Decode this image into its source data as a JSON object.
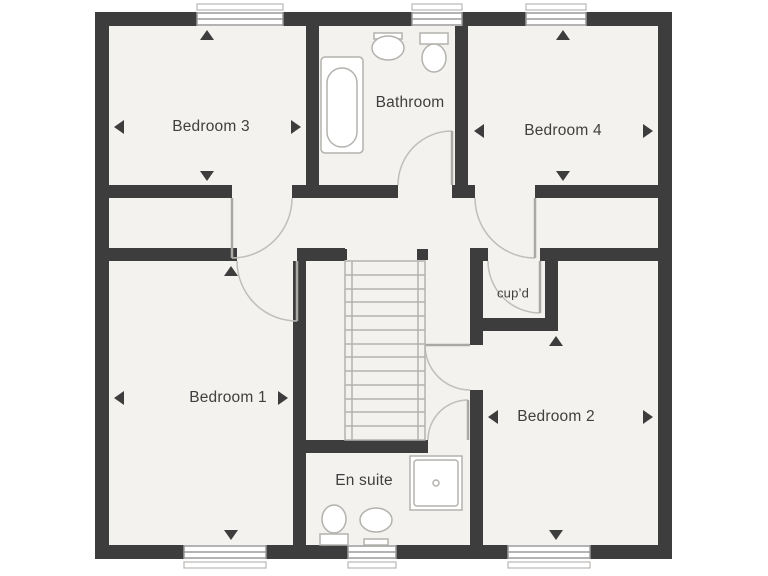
{
  "plan": {
    "type": "floor-plan",
    "rooms": {
      "bedroom3": {
        "label": "Bedroom 3"
      },
      "bathroom": {
        "label": "Bathroom"
      },
      "bedroom4": {
        "label": "Bedroom 4"
      },
      "bedroom1": {
        "label": "Bedroom 1"
      },
      "ensuite": {
        "label": "En suite"
      },
      "bedroom2": {
        "label": "Bedroom 2"
      },
      "cupboard": {
        "label": "cup’d"
      }
    },
    "fixtures": [
      "bathtub",
      "washbasin",
      "toilet",
      "shower-tray",
      "washbasin",
      "toilet"
    ],
    "features": {
      "windows": 6,
      "door_openings": 7,
      "staircase": true
    },
    "colors": {
      "wall": "#3d3d3d",
      "floor": "#f4f2ee",
      "background": "#ffffff",
      "door_arc": "#c0beba",
      "fixture_outline": "#b4b2ae",
      "label_text": "#3f3f3f"
    }
  }
}
